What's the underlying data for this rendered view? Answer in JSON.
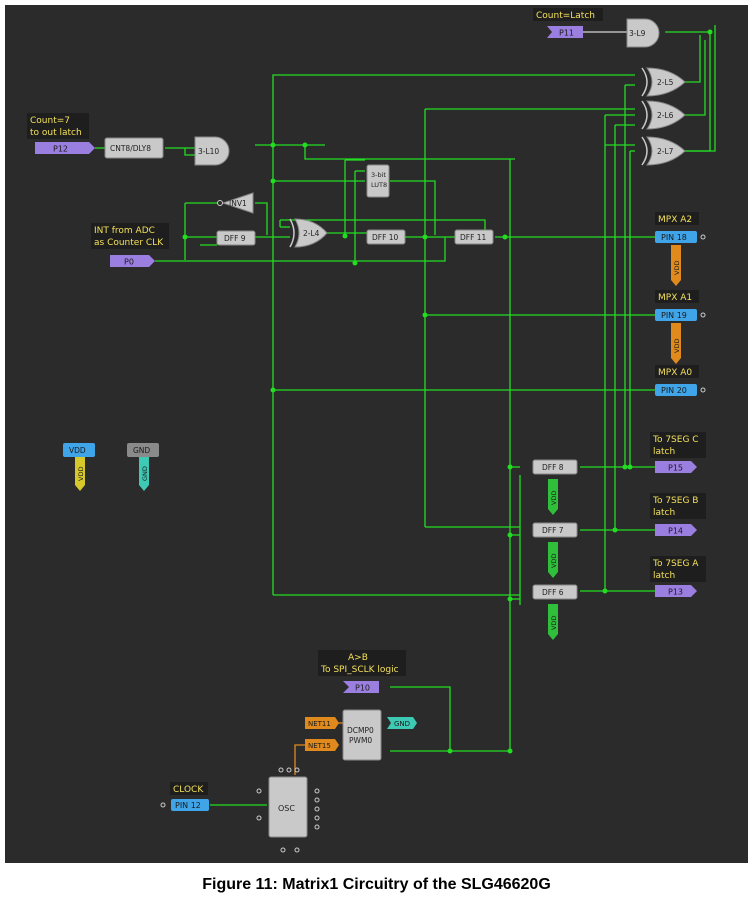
{
  "caption": "Figure 11: Matrix1 Circuitry of the SLG46620G",
  "colors": {
    "background": "#2b2b2b",
    "wire_green": "#22dd22",
    "wire_orange": "#e08a1e",
    "port_purple": "#9b7fe0",
    "pin_blue": "#3fa4e8",
    "label_yellow": "#f3e05a",
    "block_gray": "#c9c9c9",
    "vdd_green": "#2fbf3a",
    "vdd_orange": "#e08a1e",
    "vdd_yellow": "#d6c72a",
    "gnd_teal": "#3ec9b4"
  },
  "labels": {
    "count_latch": "Count=Latch",
    "count7_line1": "Count=7",
    "count7_line2": "to out latch",
    "int_adc_line1": "INT from ADC",
    "int_adc_line2": "as Counter CLK",
    "mpx_a2": "MPX A2",
    "mpx_a1": "MPX A1",
    "mpx_a0": "MPX A0",
    "seg_c_line1": "To 7SEG C",
    "seg_c_line2": "latch",
    "seg_b_line1": "To 7SEG B",
    "seg_b_line2": "latch",
    "seg_a_line1": "To 7SEG A",
    "seg_a_line2": "latch",
    "ab_line1": "A>B",
    "ab_line2": "To SPI_SCLK logic",
    "clock": "CLOCK"
  },
  "ports": {
    "p11": "P11",
    "p12": "P12",
    "p0": "P0",
    "p15": "P15",
    "p14": "P14",
    "p13": "P13",
    "p10": "P10"
  },
  "pins": {
    "pin18": "PIN 18",
    "pin19": "PIN 19",
    "pin20": "PIN 20",
    "pin12": "PIN 12"
  },
  "blocks": {
    "cnt8": "CNT8/DLY8",
    "l10": "3-L10",
    "l9": "3-L9",
    "l5": "2-L5",
    "l6": "2-L6",
    "l7": "2-L7",
    "lut8_line1": "3-bit",
    "lut8_line2": "LUT8",
    "inv1": "INV1",
    "l4": "2-L4",
    "dff9": "DFF 9",
    "dff10": "DFF 10",
    "dff11": "DFF 11",
    "dff8": "DFF 8",
    "dff7": "DFF 7",
    "dff6": "DFF 6",
    "dcmp_line1": "DCMP0",
    "dcmp_line2": "PWM0",
    "osc": "OSC"
  },
  "supplies": {
    "vdd": "VDD",
    "gnd": "GND",
    "net11": "NET11",
    "net15": "NET15"
  }
}
